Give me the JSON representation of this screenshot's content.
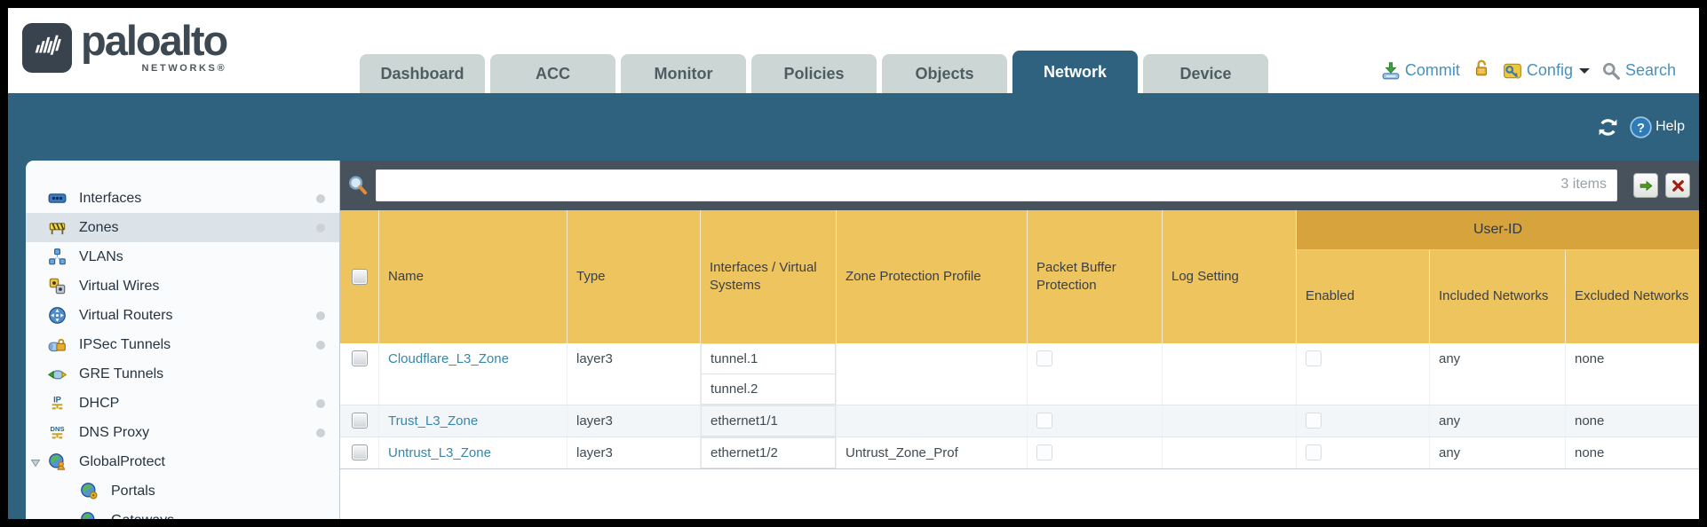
{
  "header": {
    "brand": {
      "name": "paloalto",
      "subtitle": "NETWORKS®"
    },
    "tabs": [
      {
        "label": "Dashboard",
        "active": false
      },
      {
        "label": "ACC",
        "active": false
      },
      {
        "label": "Monitor",
        "active": false
      },
      {
        "label": "Policies",
        "active": false
      },
      {
        "label": "Objects",
        "active": false
      },
      {
        "label": "Network",
        "active": true
      },
      {
        "label": "Device",
        "active": false
      }
    ],
    "actions": {
      "commit_label": "Commit",
      "config_label": "Config",
      "search_label": "Search"
    }
  },
  "band": {
    "help_label": "Help"
  },
  "sidebar": {
    "items": [
      {
        "label": "Interfaces",
        "icon": "interfaces-icon",
        "dot": true,
        "selected": false,
        "indent": 0
      },
      {
        "label": "Zones",
        "icon": "zones-icon",
        "dot": true,
        "selected": true,
        "indent": 0
      },
      {
        "label": "VLANs",
        "icon": "vlans-icon",
        "dot": false,
        "selected": false,
        "indent": 0
      },
      {
        "label": "Virtual Wires",
        "icon": "virtual-wires-icon",
        "dot": false,
        "selected": false,
        "indent": 0
      },
      {
        "label": "Virtual Routers",
        "icon": "virtual-routers-icon",
        "dot": true,
        "selected": false,
        "indent": 0
      },
      {
        "label": "IPSec Tunnels",
        "icon": "ipsec-tunnels-icon",
        "dot": true,
        "selected": false,
        "indent": 0
      },
      {
        "label": "GRE Tunnels",
        "icon": "gre-tunnels-icon",
        "dot": false,
        "selected": false,
        "indent": 0
      },
      {
        "label": "DHCP",
        "icon": "dhcp-icon",
        "dot": true,
        "selected": false,
        "indent": 0
      },
      {
        "label": "DNS Proxy",
        "icon": "dns-proxy-icon",
        "dot": true,
        "selected": false,
        "indent": 0
      },
      {
        "label": "GlobalProtect",
        "icon": "globalprotect-icon",
        "dot": false,
        "selected": false,
        "indent": 0,
        "expandable": true
      },
      {
        "label": "Portals",
        "icon": "portals-icon",
        "dot": false,
        "selected": false,
        "indent": 1
      },
      {
        "label": "Gateways",
        "icon": "gateways-icon",
        "dot": false,
        "selected": false,
        "indent": 1
      }
    ]
  },
  "toolbar": {
    "items_count": "3 items",
    "filter_value": ""
  },
  "zones_table": {
    "columns": [
      "Name",
      "Type",
      "Interfaces / Virtual Systems",
      "Zone Protection Profile",
      "Packet Buffer Protection",
      "Log Setting",
      "Enabled",
      "Included Networks",
      "Excluded Networks"
    ],
    "group_header": {
      "label": "User-ID",
      "spans": [
        "Enabled",
        "Included Networks",
        "Excluded Networks"
      ]
    },
    "rows": [
      {
        "name": "Cloudflare_L3_Zone",
        "type": "layer3",
        "interfaces": [
          "tunnel.1",
          "tunnel.2"
        ],
        "zone_protection_profile": "",
        "packet_buffer_protection": false,
        "log_setting": "",
        "user_id_enabled": false,
        "included_networks": "any",
        "excluded_networks": "none"
      },
      {
        "name": "Trust_L3_Zone",
        "type": "layer3",
        "interfaces": [
          "ethernet1/1"
        ],
        "zone_protection_profile": "",
        "packet_buffer_protection": false,
        "log_setting": "",
        "user_id_enabled": false,
        "included_networks": "any",
        "excluded_networks": "none"
      },
      {
        "name": "Untrust_L3_Zone",
        "type": "layer3",
        "interfaces": [
          "ethernet1/2"
        ],
        "zone_protection_profile": "Untrust_Zone_Prof",
        "packet_buffer_protection": false,
        "log_setting": "",
        "user_id_enabled": false,
        "included_networks": "any",
        "excluded_networks": "none"
      }
    ]
  },
  "colors": {
    "teal": "#2e627f",
    "toolbar_slate": "#47525c",
    "table_header_gold": "#eec45f",
    "user_id_band_gold": "#d7a33c",
    "link_blue": "#3787aa",
    "action_blue": "#4792bd"
  }
}
